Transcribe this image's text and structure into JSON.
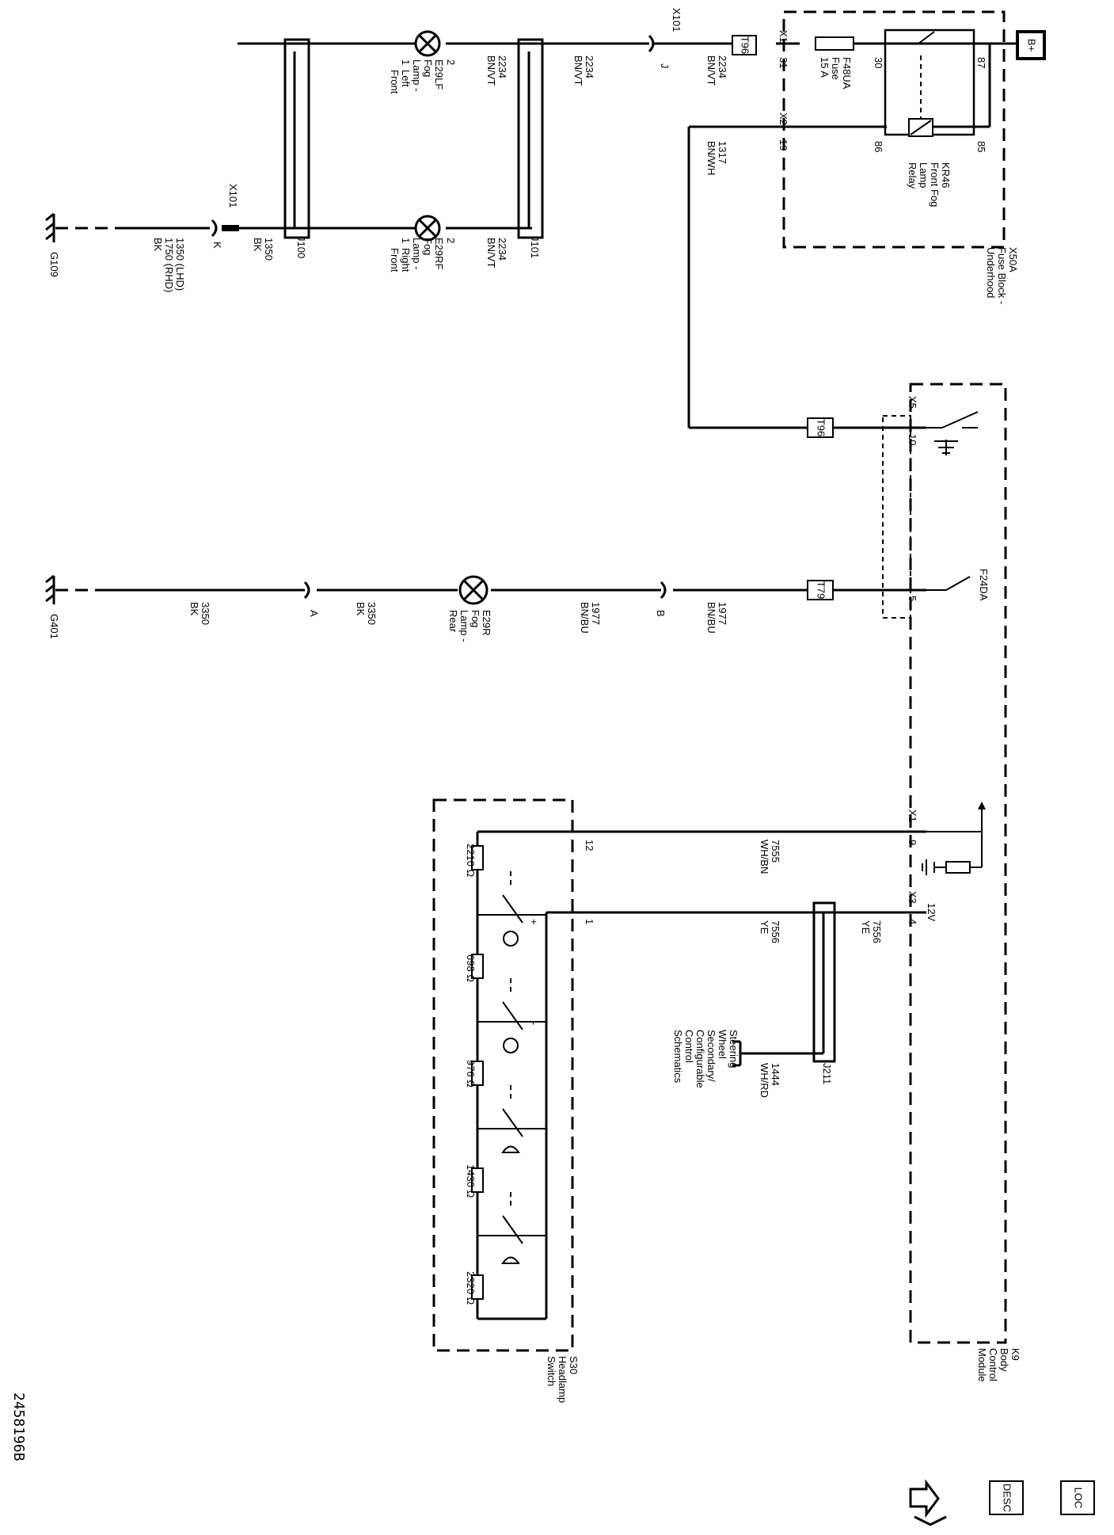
{
  "document_id": "2458196B",
  "power": {
    "label": "B+"
  },
  "x50a": {
    "name": "X50A",
    "line2": "Fuse Block -",
    "line3": "Underhood"
  },
  "relay": {
    "name": "KR46",
    "line2": "Front Fog",
    "line3": "Lamp",
    "line4": "Relay",
    "pin30": "30",
    "pin87": "87",
    "pin86": "86",
    "pin85": "85"
  },
  "fuse": {
    "name": "F48UA",
    "line2": "Fuse",
    "line3": "15 A"
  },
  "x50a_conn": {
    "x1": "X1",
    "x1_pin": "31",
    "x2": "X2",
    "x2_pin": "19"
  },
  "t96": "T96",
  "t79": "T79",
  "wire_2234": {
    "num": "2234",
    "color": "BN/VT"
  },
  "wire_1317": {
    "num": "1317",
    "color": "BN/WH"
  },
  "wire_1350": {
    "num": "1350",
    "color": "BK"
  },
  "wire_1350_ground": {
    "num": "1350 (LHD)",
    "num2": "1750 (RHD)",
    "color": "BK"
  },
  "wire_1977": {
    "num": "1977",
    "color": "BN/BU"
  },
  "wire_3350": {
    "num": "3350",
    "color": "BK"
  },
  "wire_7555": {
    "num": "7555",
    "color": "WH/BN"
  },
  "wire_7556": {
    "num": "7556",
    "color": "YE"
  },
  "wire_1444": {
    "num": "1444",
    "color": "WH/RD"
  },
  "x101_top": {
    "name": "X101",
    "pin": "J"
  },
  "x101_bot": {
    "name": "X101",
    "pin": "K"
  },
  "splices": {
    "j100": "J100",
    "j101": "J101",
    "j211": "J211"
  },
  "lamp_lf": {
    "name": "E29LF",
    "line2": "Fog",
    "line3": "Lamp -",
    "line4": "Left",
    "line5": "Front",
    "pin1": "1",
    "pin2": "2"
  },
  "lamp_rf": {
    "name": "E29RF",
    "line2": "Fog",
    "line3": "Lamp -",
    "line4": "Right",
    "line5": "Front",
    "pin1": "1",
    "pin2": "2"
  },
  "lamp_rear": {
    "name": "E29R",
    "line2": "Fog",
    "line3": "Lamp -",
    "line4": "Rear"
  },
  "ground_g109": "G109",
  "ground_g401": "G401",
  "conn_ab": {
    "a": "A",
    "b": "B"
  },
  "bcm": {
    "name": "K9",
    "line2": "Body",
    "line3": "Control",
    "line4": "Module",
    "x5": "X5",
    "pin10": "10",
    "pin5": "5",
    "f24da": "F24DA",
    "x1": "X1",
    "pin9": "9",
    "x3": "X3",
    "pin4": "4",
    "v12": "12V"
  },
  "switch": {
    "name": "S30",
    "line2": "Headlamp",
    "line3": "Switch",
    "pin12": "12",
    "pin1": "1",
    "r1": "2210 Ω",
    "r2": "698 Ω",
    "r3": "976 Ω",
    "r4": "1430 Ω",
    "r5": "2320 Ω",
    "plus": "+",
    "minus": "-"
  },
  "steering_ref": {
    "line1": "Steering",
    "line2": "Wheel",
    "line3": "Secondary/",
    "line4": "Configurable",
    "line5": "Control",
    "line6": "Schematics"
  },
  "nav": {
    "loc": "LOC",
    "desc": "DESC"
  }
}
